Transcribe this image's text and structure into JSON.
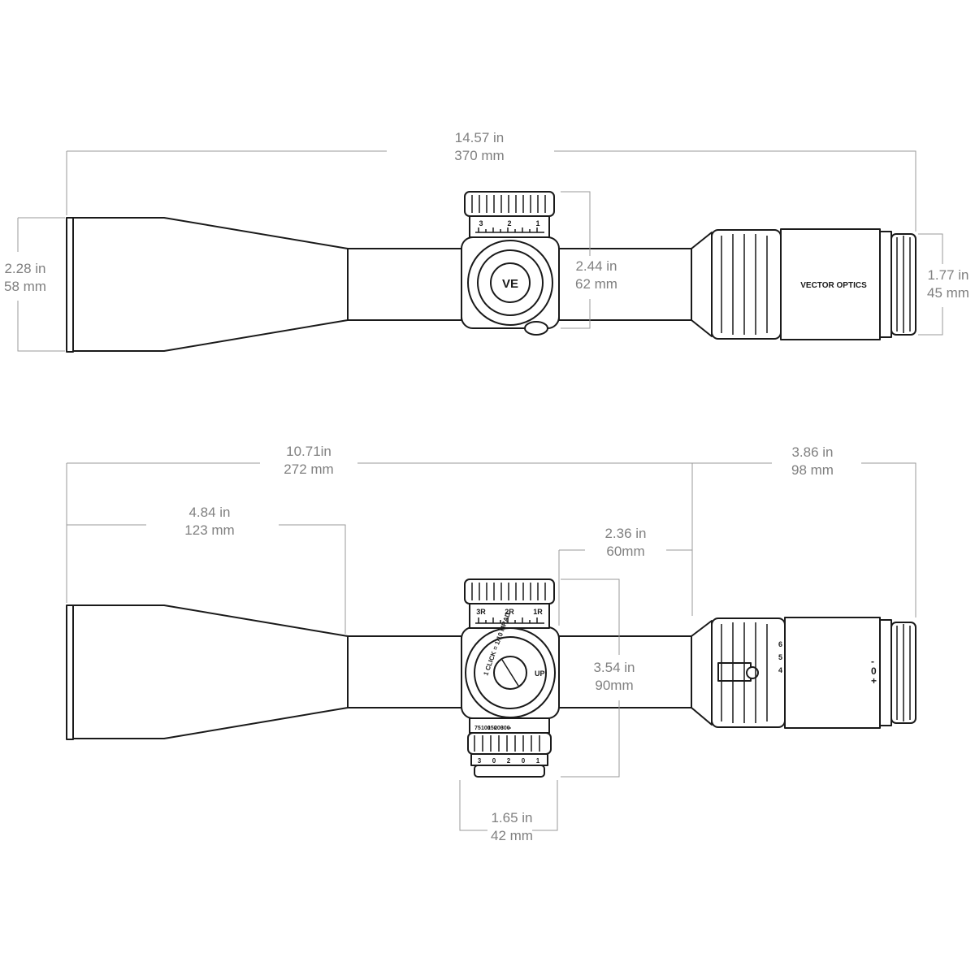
{
  "brand": {
    "logo_text": "VECTOR OPTICS",
    "logo_monogram": "VE"
  },
  "top_view": {
    "overall_length": {
      "in": "14.57 in",
      "mm": "370 mm"
    },
    "objective_diameter": {
      "in": "2.28 in",
      "mm": "58 mm"
    },
    "turret_height": {
      "in": "2.44 in",
      "mm": "62 mm"
    },
    "eyepiece_diameter": {
      "in": "1.77 in",
      "mm": "45 mm"
    },
    "turret_scale": [
      "3",
      "2",
      "1"
    ]
  },
  "side_view": {
    "length_to_eyepiece": {
      "in": "10.71in",
      "mm": "272 mm"
    },
    "eyepiece_length": {
      "in": "3.86 in",
      "mm": "98 mm"
    },
    "objective_bell_length": {
      "in": "4.84 in",
      "mm": "123 mm"
    },
    "turret_to_eyepiece": {
      "in": "2.36 in",
      "mm": "60mm"
    },
    "turret_total_height": {
      "in": "3.54 in",
      "mm": "90mm"
    },
    "turret_width": {
      "in": "1.65 in",
      "mm": "42 mm"
    },
    "turret_scale": [
      "3R",
      "2R",
      "1R"
    ],
    "turret_cap_text": "1 CLICK = 1/10 MRAD",
    "turret_up_text": "UP",
    "parallax_marks": [
      "75",
      "100",
      "150",
      "200",
      "300",
      "∞"
    ],
    "parallax_scale": [
      "3",
      "0",
      "2",
      "0",
      "1"
    ],
    "diopter_marks": [
      "+",
      "0",
      "-"
    ],
    "magnification_marks": [
      "6",
      "5",
      "4"
    ]
  }
}
